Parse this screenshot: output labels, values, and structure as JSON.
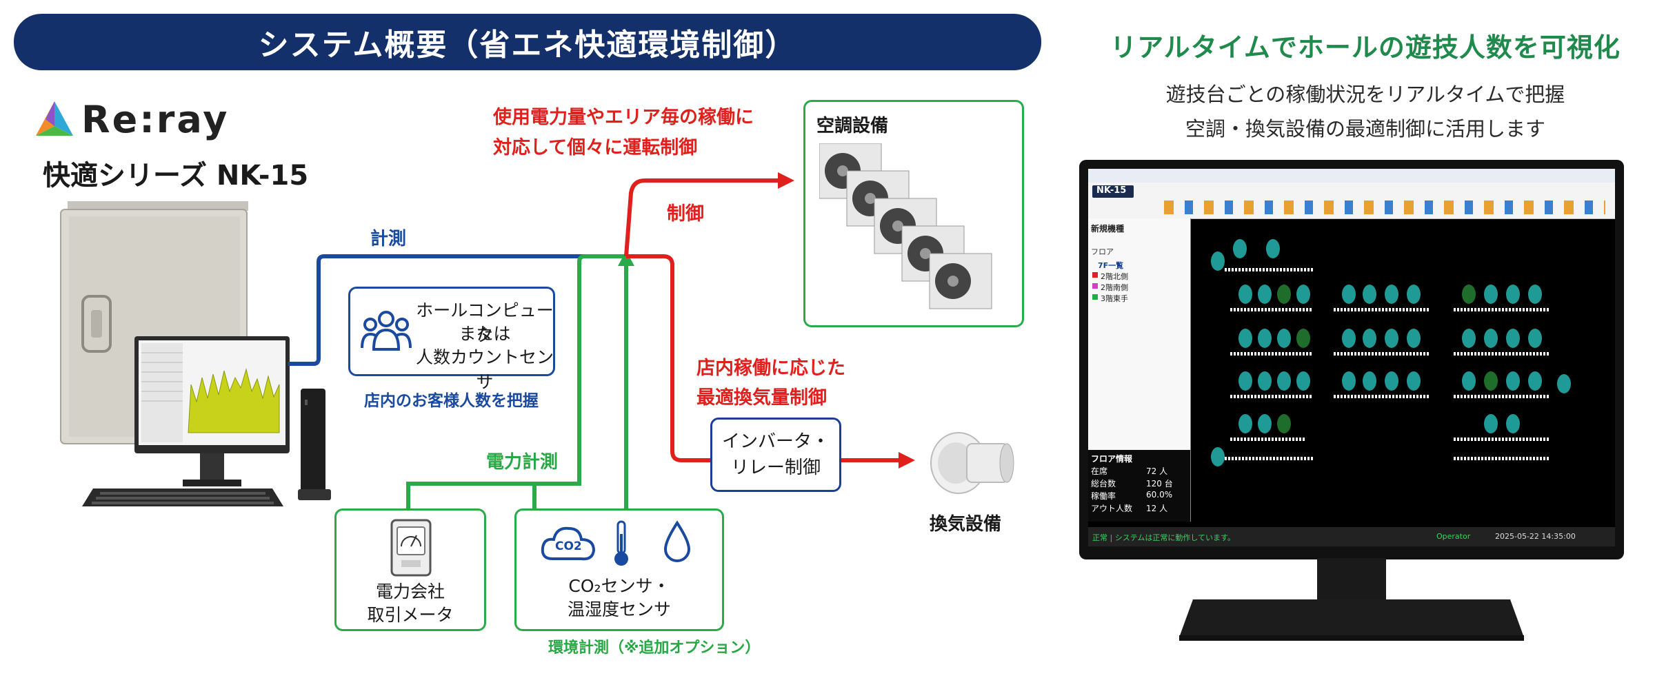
{
  "header": {
    "title": "システム概要（省エネ快適環境制御）"
  },
  "right_panel": {
    "title": "リアルタイムでホールの遊技人数を可視化",
    "line1": "遊技台ごとの稼働状況をリアルタイムで把握",
    "line2": "空調・換気設備の最適制御に活用します"
  },
  "logo": {
    "text": "Re:ray"
  },
  "product": {
    "series": "快適シリーズ  NK-15"
  },
  "labels": {
    "measure": "計測",
    "control": "制御",
    "power_measure": "電力計測",
    "control_note_1": "使用電力量やエリア毎の稼働に",
    "control_note_2": "対応して個々に運転制御",
    "vent_note_1": "店内稼働に応じた",
    "vent_note_2": "最適換気量制御",
    "customer_count": "店内のお客様人数を把握",
    "env_option": "環境計測（※追加オプション）"
  },
  "boxes": {
    "hall_computer": {
      "line1": "ホールコンピュータ",
      "line2": "または",
      "line3": "人数カウントセンサ"
    },
    "aircon": {
      "title": "空調設備"
    },
    "inverter": {
      "line1": "インバータ・",
      "line2": "リレー制御"
    },
    "ventilation": {
      "label": "換気設備"
    },
    "meter": {
      "line1": "電力会社",
      "line2": "取引メータ"
    },
    "sensor": {
      "line1": "CO₂センサ・",
      "line2": "温湿度センサ",
      "co2_text": "CO2"
    }
  },
  "colors": {
    "navy": "#14306b",
    "blue": "#1a4aa0",
    "red": "#e0201c",
    "green": "#27a844",
    "title_green": "#1f8a4c"
  },
  "screen": {
    "app_name": "NK-15",
    "side_title": "新規機種",
    "floor_label": "フロア",
    "tree": [
      "7F一覧",
      "2階北側",
      "2階南側",
      "3階東手"
    ],
    "info_title": "フロア情報",
    "info": [
      {
        "k": "在席",
        "v": "72 人"
      },
      {
        "k": "総台数",
        "v": "120 台"
      },
      {
        "k": "稼働率",
        "v": "60.0%"
      },
      {
        "k": "アウト人数",
        "v": "12 人"
      }
    ],
    "status_text": "正常 | システムは正常に動作しています。",
    "operator": "Operator",
    "datetime": "2025-05-22 14:35:00"
  }
}
